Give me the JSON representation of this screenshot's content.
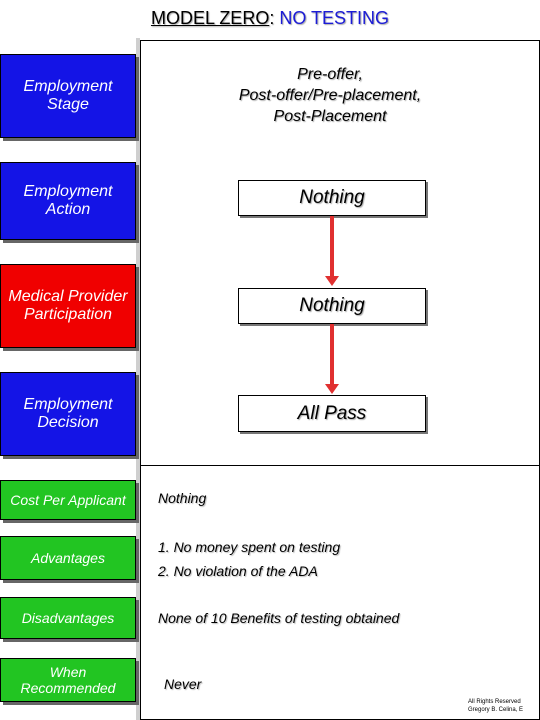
{
  "title": {
    "main": "MODEL ZERO",
    "colon": ": ",
    "accent": "NO TESTING"
  },
  "left_labels": {
    "stage": "Employment Stage",
    "action": "Employment Action",
    "medical": "Medical Provider Participation",
    "decision": "Employment Decision",
    "cost": "Cost Per Applicant",
    "advantages": "Advantages",
    "disadvantages": "Disadvantages",
    "when": "When Recommended"
  },
  "stage_text": [
    "Pre-offer,",
    "Post-offer/Pre-placement,",
    "Post-Placement"
  ],
  "flow": {
    "action": "Nothing",
    "medical": "Nothing",
    "decision": "All Pass"
  },
  "details": {
    "cost": "Nothing",
    "advantage_1": "1. No money spent on testing",
    "advantage_2": "2. No violation of the ADA",
    "disadvantages": "None of 10 Benefits of testing obtained",
    "when": "Never"
  },
  "footer": {
    "line1": "All Rights Reserved",
    "line2": "Gregory B. Celina, E"
  },
  "colors": {
    "blue": "#1414e6",
    "red": "#f00000",
    "green": "#22c522",
    "arrow": "#e03030"
  }
}
